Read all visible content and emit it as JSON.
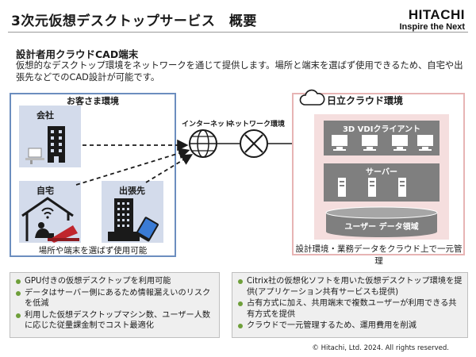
{
  "header": {
    "title": "3次元仮想デスクトップサービス　概要",
    "brand_logo": "HITACHI",
    "brand_tagline": "Inspire the Next"
  },
  "intro": {
    "heading": "設計者用クラウドCAD端末",
    "description": "仮想的なデスクトップ環境をネットワークを通じて提供します。場所と端末を選ばず使用できるため、自宅や出張先などでのCAD設計が可能です。"
  },
  "customer": {
    "title": "お客さま環境",
    "office_label": "会社",
    "home_label": "自宅",
    "trip_label": "出張先",
    "footer": "場所や端末を選ばず使用可能"
  },
  "network": {
    "internet_label": "インターネット",
    "network_label": "ネットワーク環境"
  },
  "cloud": {
    "title": "日立クラウド環境",
    "vdi_label": "3D VDIクライアント",
    "server_label": "サーバー",
    "storage_label": "ユーザー データ領域",
    "footer": "設計環境・業務データをクラウド上で一元管理"
  },
  "notes_left": [
    "GPU付きの仮想デスクトップを利用可能",
    "データはサーバー側にあるため情報漏えいのリスクを低減",
    "利用した仮想デスクトップマシン数、ユーザー人数に応じた従量課金制でコスト最適化"
  ],
  "notes_right": [
    "Citrix社の仮想化ソフトを用いた仮想デスクトップ環境を提供(アプリケーション共有サービスも提供)",
    "占有方式に加え、共用端末で複数ユーザーが利用できる共有方式を提供",
    "クラウドで一元管理するため、運用費用を削減"
  ],
  "footer": {
    "copyright": "© Hitachi, Ltd. 2024. All rights reserved."
  },
  "colors": {
    "customer_border": "#6c8ebf",
    "customer_panel": "#d3dbeb",
    "cloud_border": "#e7b4b4",
    "cloud_fill": "#f5dede",
    "dark_panel": "#7f7f7f",
    "bullet": "#6e9f3a"
  }
}
